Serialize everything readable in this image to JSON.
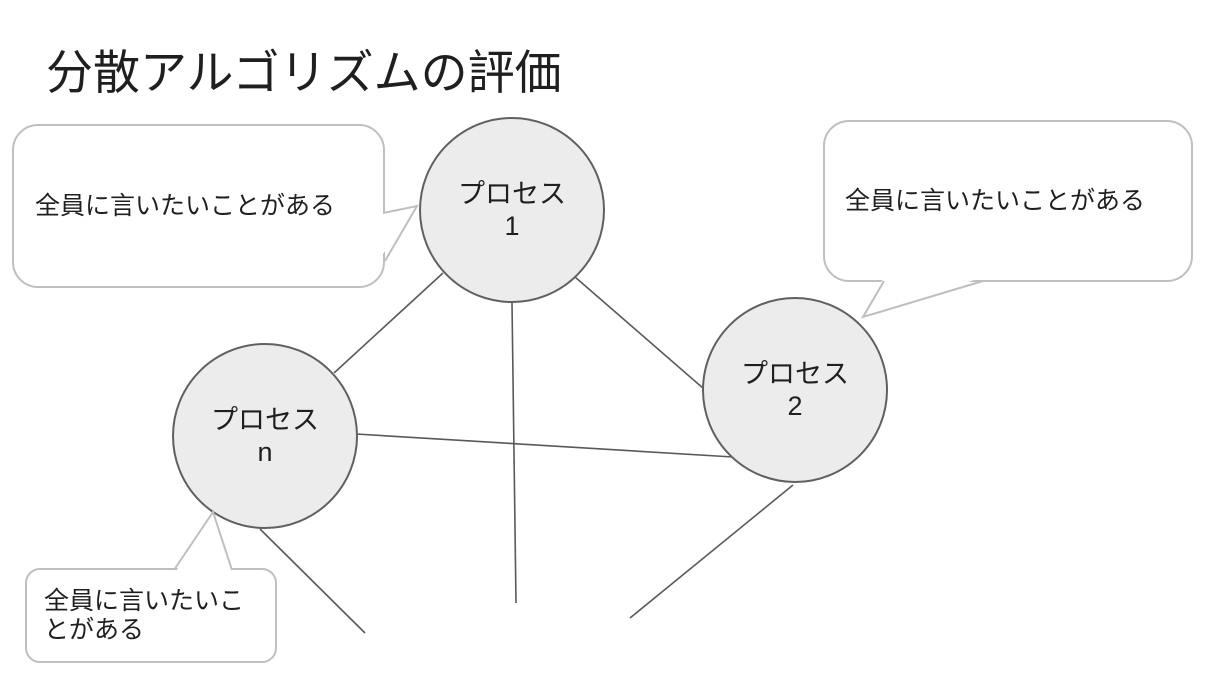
{
  "slide": {
    "title": "分散アルゴリズムの評価"
  },
  "nodes": [
    {
      "id": "1",
      "label": "プロセス",
      "number": "1"
    },
    {
      "id": "n",
      "label": "プロセス",
      "number": "n"
    },
    {
      "id": "2",
      "label": "プロセス",
      "number": "2"
    }
  ],
  "callouts": [
    {
      "id": "left",
      "text": "全員に言いたいことがある"
    },
    {
      "id": "right",
      "text": "全員に言いたいことがある"
    },
    {
      "id": "bottom",
      "text": "全員に言いたいことがある"
    }
  ],
  "edges": [
    {
      "from": "1",
      "to": "n"
    },
    {
      "from": "1",
      "to": "2"
    },
    {
      "from": "n",
      "to": "2"
    },
    {
      "from": "1",
      "to": "offscreen-bottom"
    },
    {
      "from": "n",
      "to": "offscreen-bottom"
    },
    {
      "from": "2",
      "to": "offscreen-bottom"
    }
  ],
  "colors": {
    "node_fill": "#ececec",
    "node_border": "#606060",
    "edge_line": "#595959",
    "callout_border": "#bfbfbf",
    "callout_fill": "#ffffff",
    "text": "#1f1f1f",
    "bg": "#ffffff"
  }
}
